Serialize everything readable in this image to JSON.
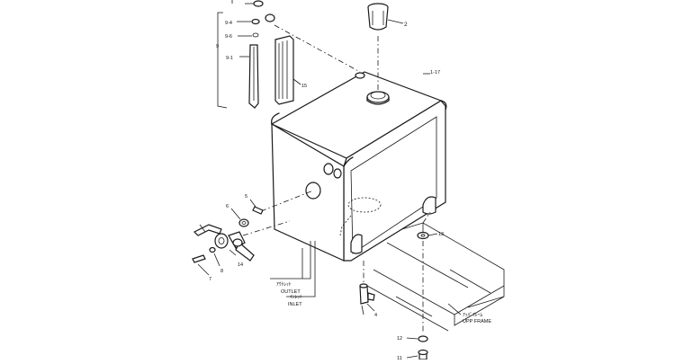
{
  "callouts": {
    "c2": "2",
    "c94": "9-4",
    "c96": "9-6",
    "c9": "9",
    "c91": "9-1",
    "c15": "15",
    "c117": "1-17",
    "c5": "5",
    "c6": "6",
    "c14": "14",
    "c8": "8",
    "c7": "7",
    "c13": "13",
    "c4": "4",
    "c12": "12",
    "c11": "11"
  },
  "annotations": {
    "outlet_jp": "ｱｳﾄﾚｯﾄ",
    "outlet": "OUTLET",
    "inlet_jp": "ｲﾝﾚｯﾄ",
    "inlet": "INLET",
    "upper_frame_jp": "ｱｯﾊﾟﾌﾚｰﾑ",
    "upper_frame": "UPP FRAME"
  }
}
